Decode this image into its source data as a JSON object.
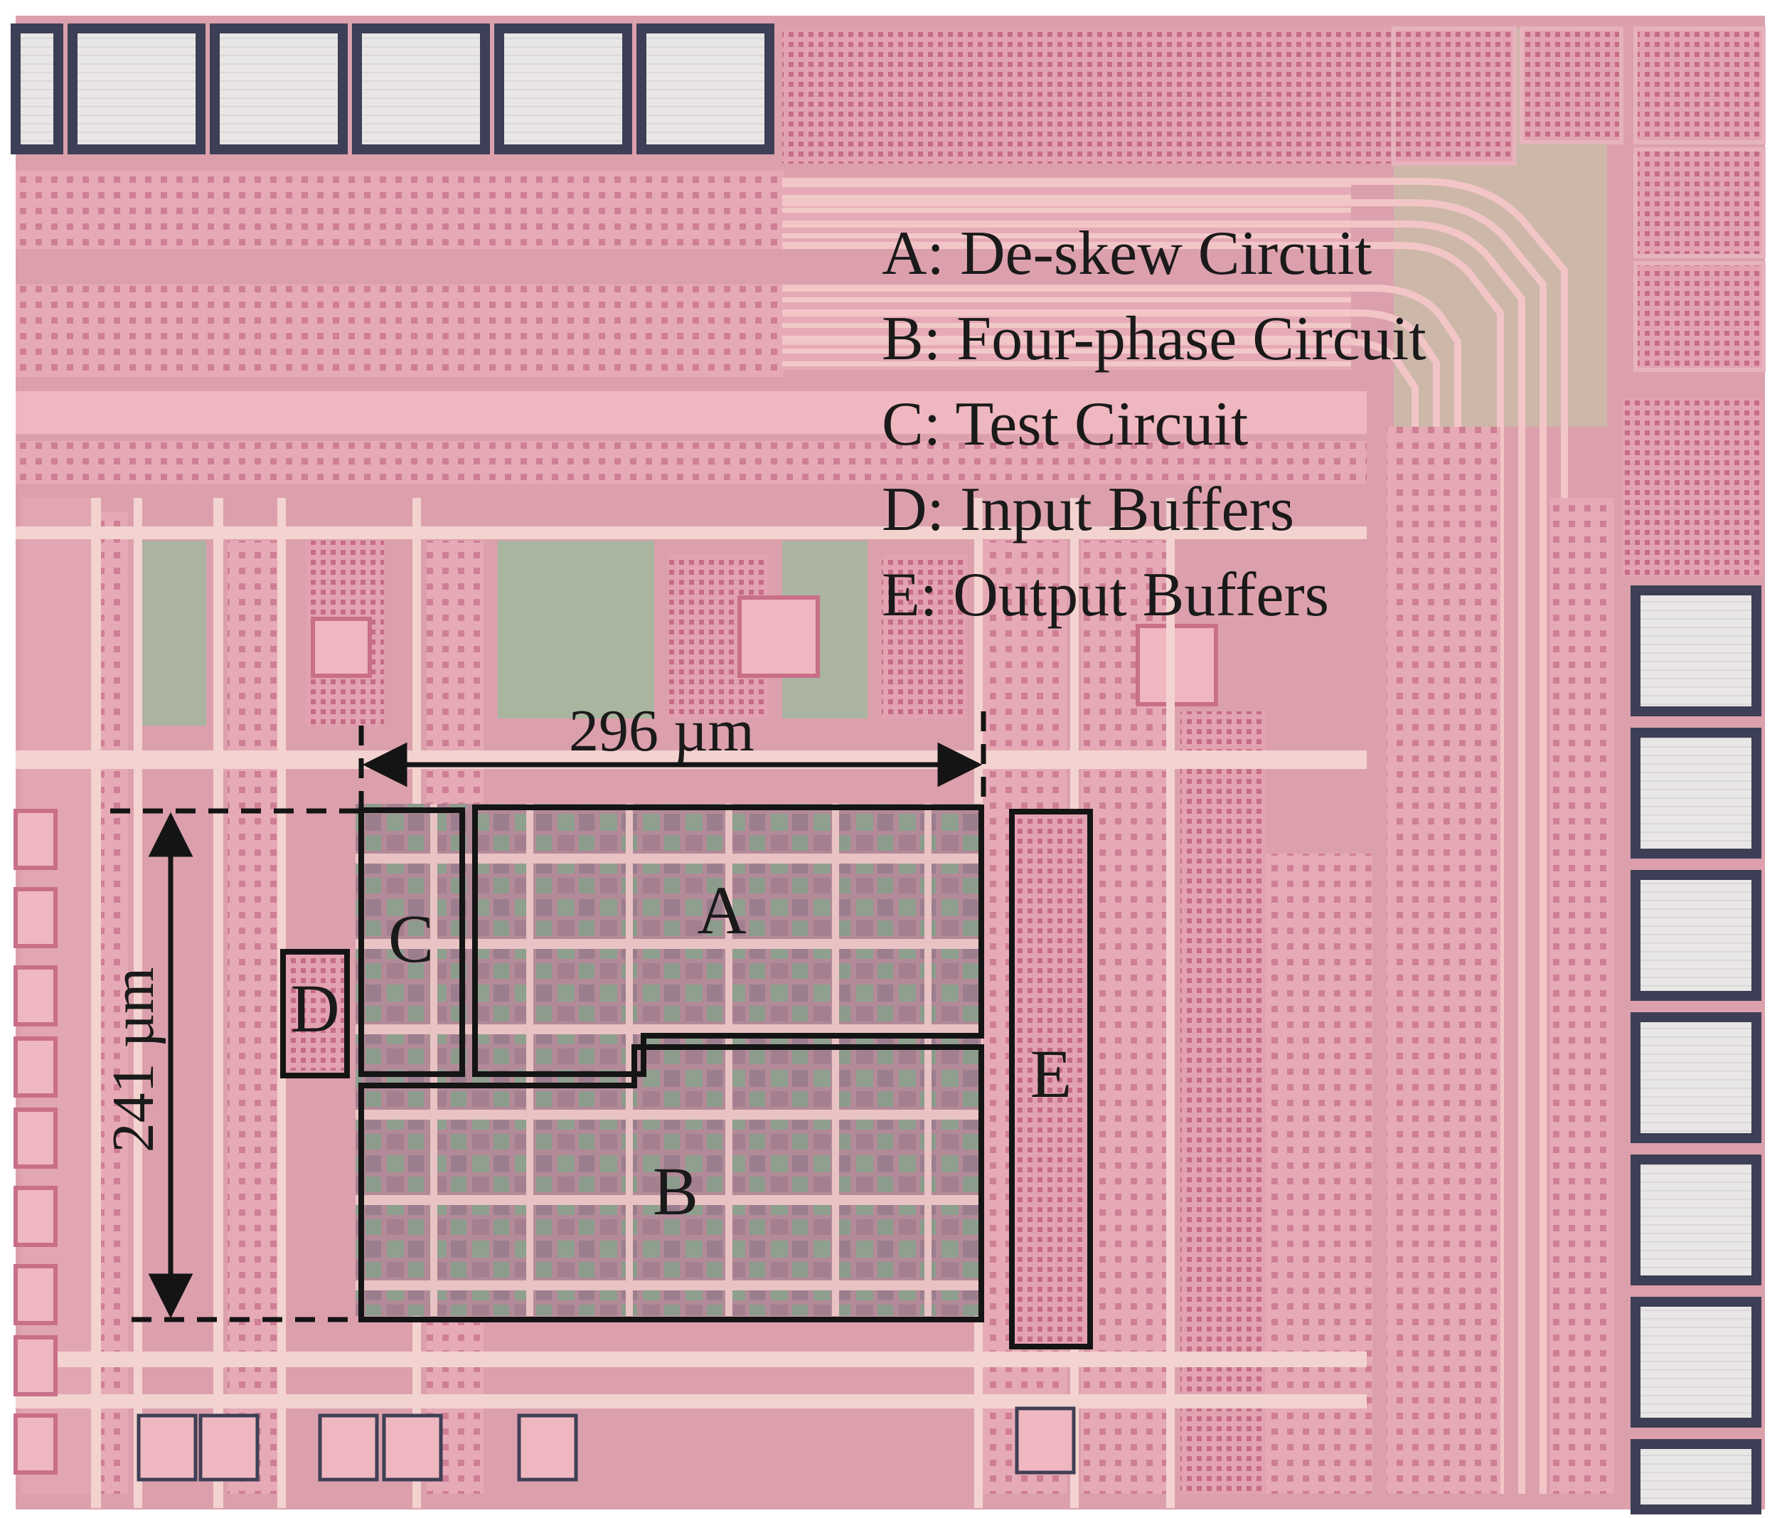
{
  "legend": {
    "a": "A: De-skew Circuit",
    "b": "B: Four-phase Circuit",
    "c": "C: Test Circuit",
    "d": "D: Input Buffers",
    "e": "E: Output Buffers"
  },
  "blocks": {
    "a": "A",
    "b": "B",
    "c": "C",
    "d": "D",
    "e": "E"
  },
  "dimensions": {
    "width": "296 µm",
    "height": "241 µm"
  },
  "colors": {
    "die": "#dca0ad",
    "metal": "#efb7bf",
    "metal_light": "#f3d3cf",
    "via": "#c96f88",
    "green": "#a9b59f",
    "pad": "#e8e6e4",
    "pad_border": "#3c3f55",
    "core": "#b98a99",
    "core_green": "#8fa491"
  }
}
